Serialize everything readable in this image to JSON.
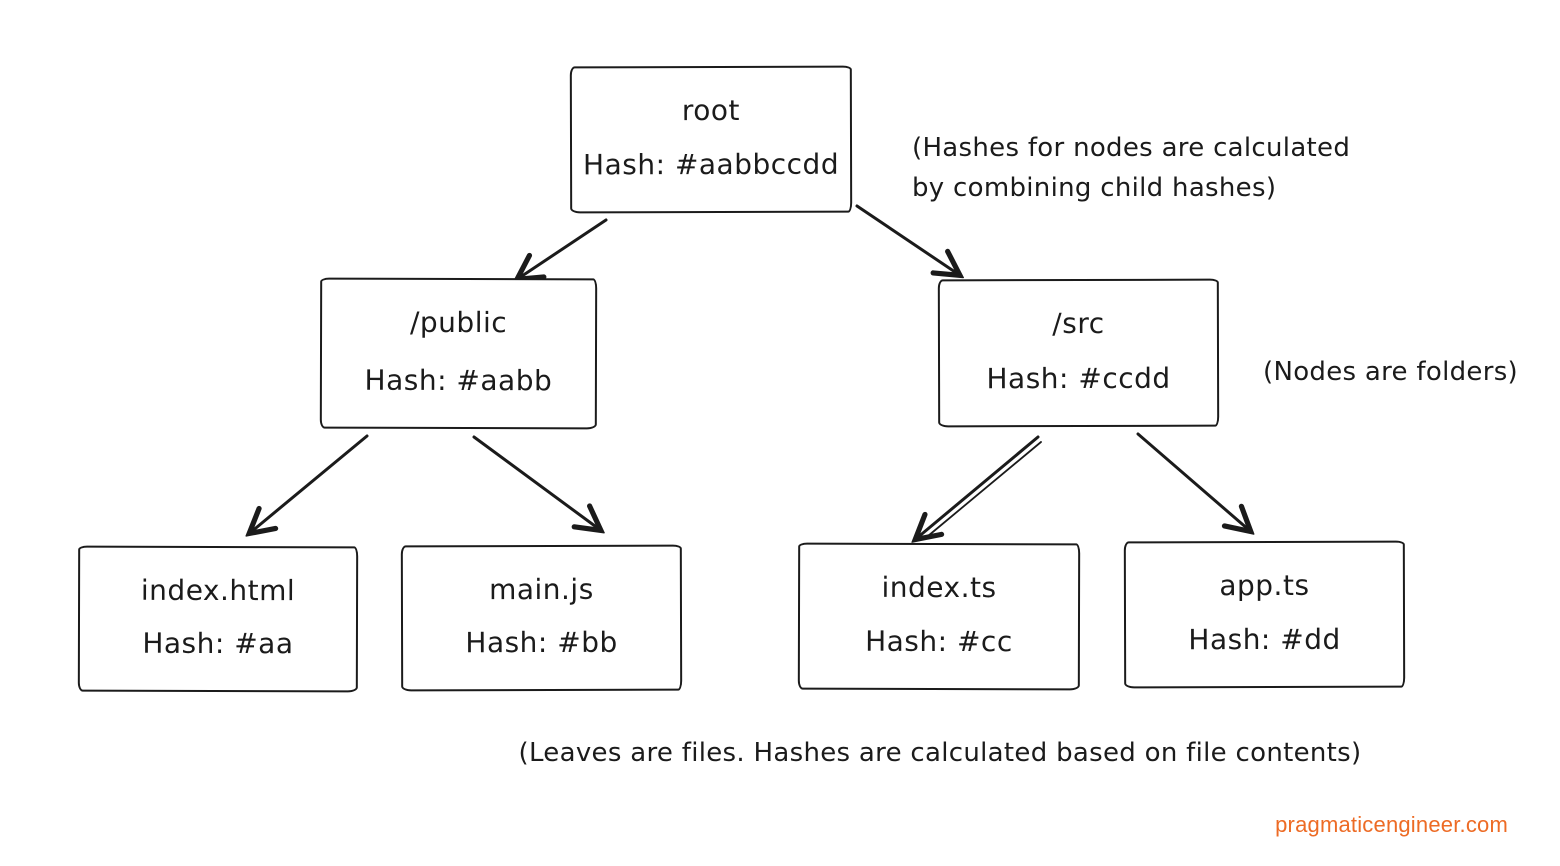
{
  "diagram": {
    "type": "merkle-tree",
    "nodes": [
      {
        "id": "root",
        "label": "root",
        "hash": "Hash: #aabbccdd"
      },
      {
        "id": "public",
        "label": "/public",
        "hash": "Hash: #aabb"
      },
      {
        "id": "src",
        "label": "/src",
        "hash": "Hash: #ccdd"
      },
      {
        "id": "index_html",
        "label": "index.html",
        "hash": "Hash: #aa"
      },
      {
        "id": "main_js",
        "label": "main.js",
        "hash": "Hash: #bb"
      },
      {
        "id": "index_ts",
        "label": "index.ts",
        "hash": "Hash: #cc"
      },
      {
        "id": "app_ts",
        "label": "app.ts",
        "hash": "Hash: #dd"
      }
    ],
    "edges": [
      {
        "from": "root",
        "to": "/public"
      },
      {
        "from": "root",
        "to": "/src"
      },
      {
        "from": "/public",
        "to": "index.html"
      },
      {
        "from": "/public",
        "to": "main.js"
      },
      {
        "from": "/src",
        "to": "index.ts"
      },
      {
        "from": "/src",
        "to": "app.ts"
      }
    ],
    "annotations": {
      "node_hash_note_line1": "(Hashes for nodes are calculated",
      "node_hash_note_line2": "by combining child hashes)",
      "folders_note": "(Nodes are folders)",
      "leaves_note": "(Leaves are files. Hashes are calculated  based on file contents)"
    },
    "watermark": "pragmaticengineer.com",
    "colors": {
      "ink": "#1b1b1b",
      "watermark_orange": "#ED6B25",
      "background": "#ffffff"
    }
  }
}
